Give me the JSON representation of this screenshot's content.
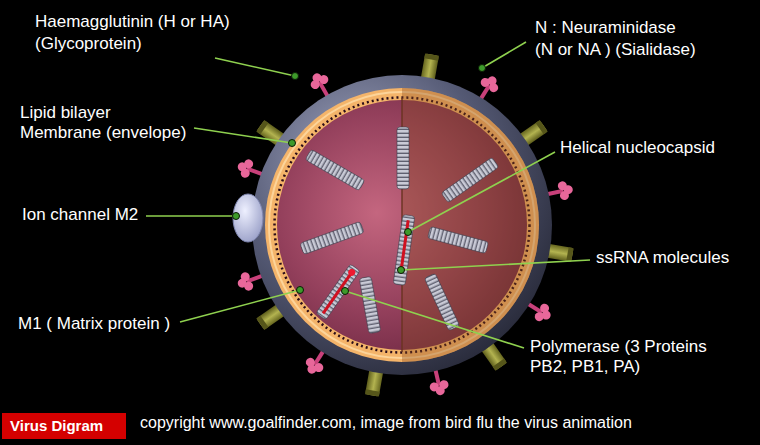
{
  "diagram": {
    "caption": "copyright www.goalfinder.com, image from bird flu the virus animation",
    "nodes": [
      {
        "text": [
          "Virus Digram"
        ]
      }
    ],
    "labels": [
      "Haemagglutinin (H or HA)",
      "(Glycoprotein)",
      "N : Neuraminidase",
      "(N or NA ) (Sialidase)",
      "Lipid bilayer Membrane (envelope)",
      "Helical nucleocapsid",
      "Ion channel M2",
      "ssRNA molecules",
      "M1 ( Matrix protein )",
      "Polymerase (3 Proteins PB2, PB1, PA)"
    ]
  }
}
